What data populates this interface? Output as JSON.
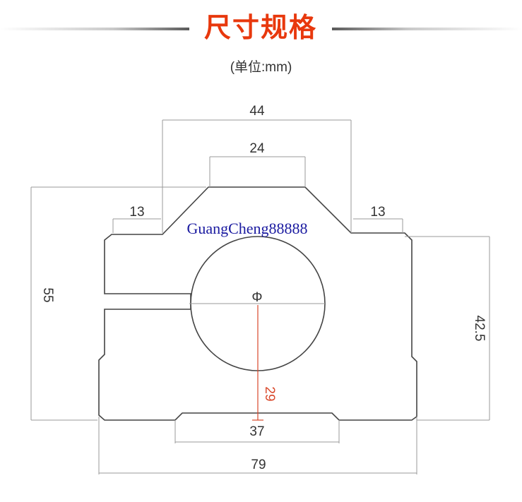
{
  "header": {
    "title": "尺寸规格",
    "unit": "(单位:mm)"
  },
  "dimensions": {
    "top_width": "44",
    "top_flat": "24",
    "left_step": "13",
    "right_step": "13",
    "overall_height": "55",
    "body_height": "42.5",
    "bore_symbol": "Φ",
    "center_height": "29",
    "bottom_slot": "37",
    "overall_width": "79"
  },
  "watermark": "GuangCheng88888",
  "colors": {
    "title": "#e8380d",
    "accent": "#d9482b",
    "text": "#333333",
    "outline": "#444444",
    "dim_line": "#9a9a9a",
    "watermark": "#1a1aa0"
  }
}
